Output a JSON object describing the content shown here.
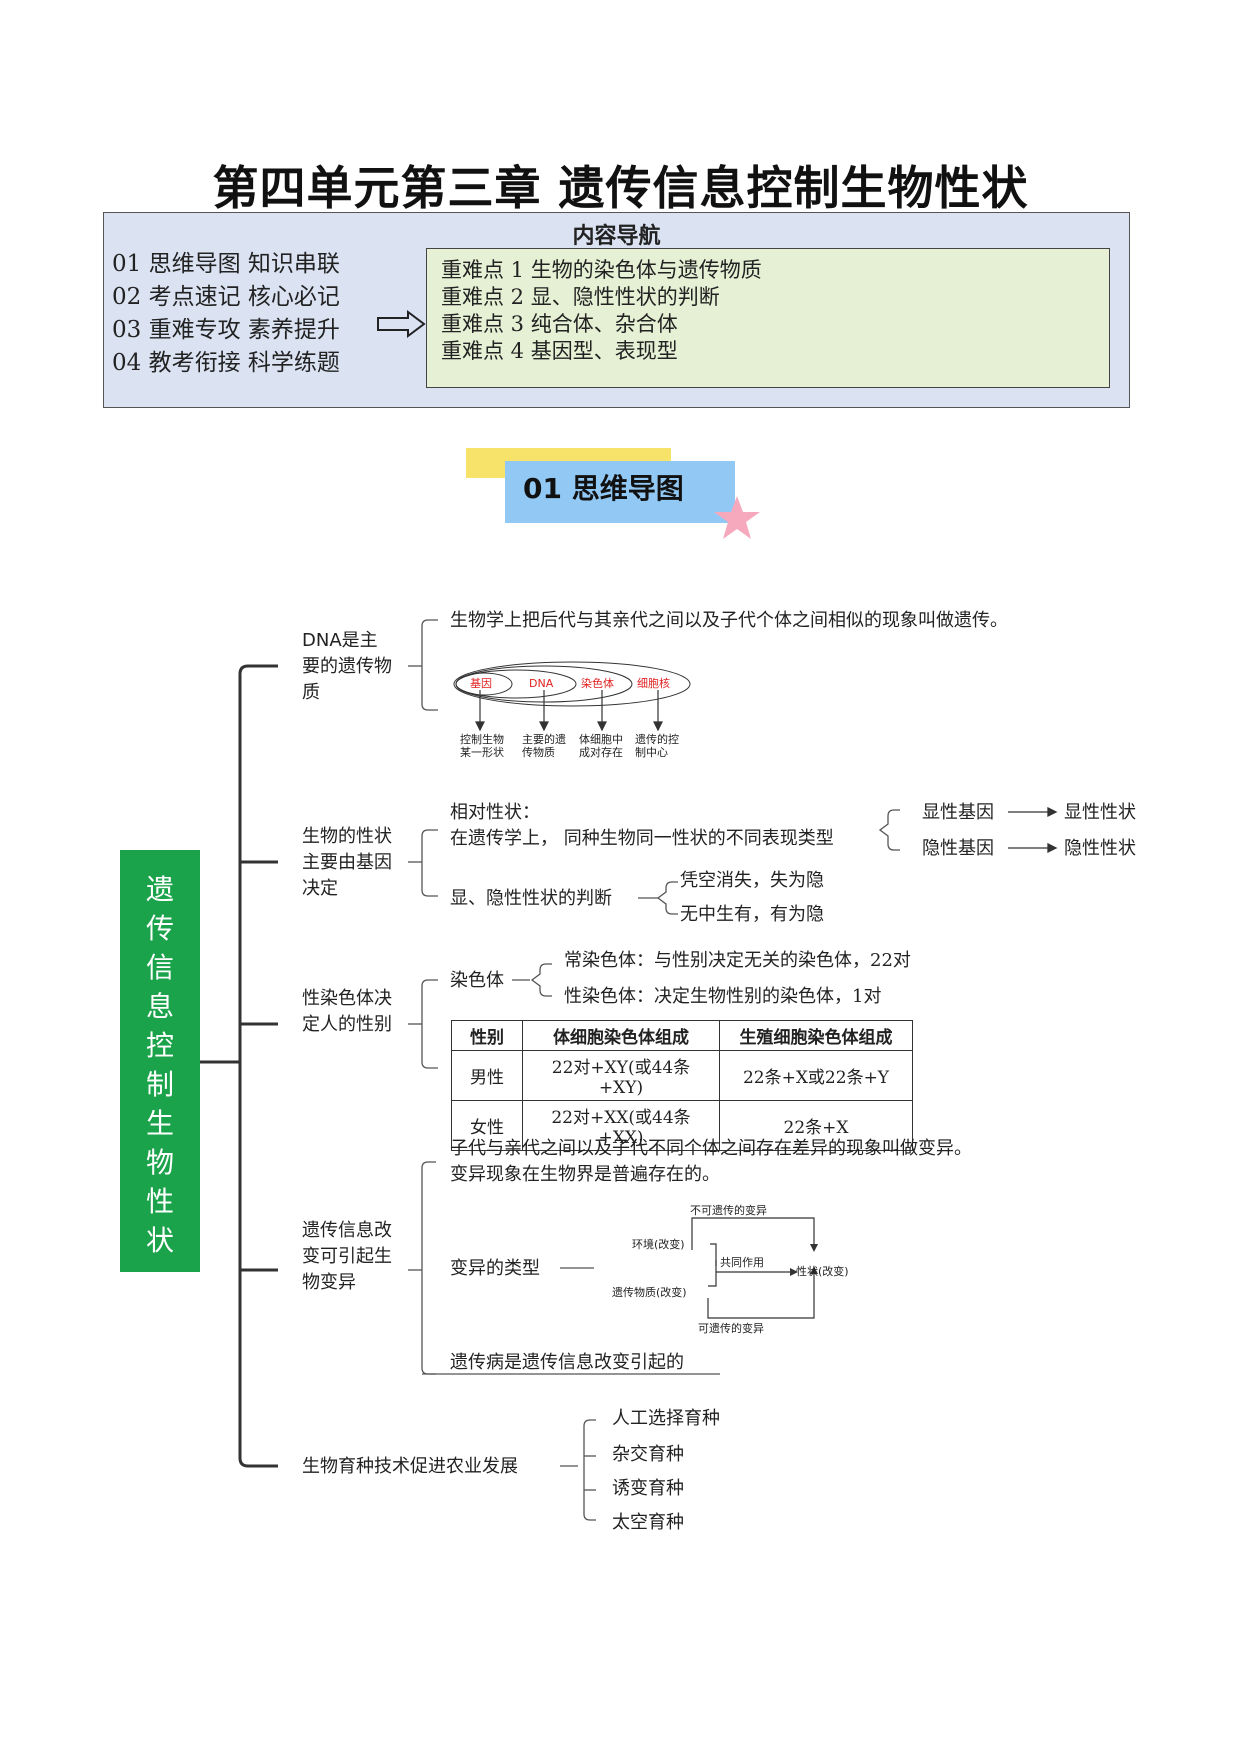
{
  "title": "第四单元第三章  遗传信息控制生物性状",
  "nav": {
    "heading": "内容导航",
    "left_items": [
      "01 思维导图  知识串联",
      "02 考点速记  核心必记",
      "03 重难专攻  素养提升",
      "04 教考衔接  科学练题"
    ],
    "right_items": [
      "重难点 1 生物的染色体与遗传物质",
      "重难点 2 显、隐性性状的判断",
      "重难点 3 纯合体、杂合体",
      "重难点 4 基因型、表现型"
    ]
  },
  "section": {
    "label": "01  思维导图"
  },
  "root": "遗传信息控制生物性状",
  "branches": {
    "b1": {
      "label": "DNA是主要的遗传物质",
      "heredity": "生物学上把后代与其亲代之间以及子代个体之间相似的现象叫做遗传。",
      "nested": [
        "基因",
        "DNA",
        "染色体",
        "细胞核"
      ],
      "captions": [
        "控制生物某一形状",
        "主要的遗传物质",
        "体细胞中成对存在",
        "遗传的控制中心"
      ]
    },
    "b2": {
      "label": "生物的性状主要由基因决定",
      "relative_title": "相对性状：",
      "relative_def": "在遗传学上，  同种生物同一性状的不同表现类型",
      "dominant_gene": "显性基因",
      "dominant_trait": "显性性状",
      "recessive_gene": "隐性基因",
      "recessive_trait": "隐性性状",
      "judge": "显、隐性性状的判断",
      "rule1": "凭空消失，失为隐",
      "rule2": "无中生有，有为隐"
    },
    "b3": {
      "label": "性染色体决定人的性别",
      "chrom": "染色体",
      "autosome": "常染色体：与性别决定无关的染色体，22对",
      "sex_chrom": "性染色体：决定生物性别的染色体，1对",
      "table_headers": [
        "性别",
        "体细胞染色体组成",
        "生殖细胞染色体组成"
      ],
      "table_rows": [
        [
          "男性",
          "22对+XY(或44条+XY)",
          "22条+X或22条+Y"
        ],
        [
          "女性",
          "22对+XX(或44条+XX)",
          "22条+X"
        ]
      ]
    },
    "b4": {
      "label": "遗传信息改变可引起生物变异",
      "def1": "子代与亲代之间以及子代不同个体之间存在差异的现象叫做变异。",
      "def2": "变异现象在生物界是普遍存在的。",
      "types": "变异的类型",
      "non_heritable": "不可遗传的变异",
      "env": "环境(改变)",
      "joint": "共同作用",
      "trait": "性状(改变)",
      "genetic": "遗传物质(改变)",
      "heritable": "可遗传的变异",
      "disease": "遗传病是遗传信息改变引起的"
    },
    "b5": {
      "label": "生物育种技术促进农业发展",
      "items": [
        "人工选择育种",
        "杂交育种",
        "诱变育种",
        "太空育种"
      ]
    }
  }
}
